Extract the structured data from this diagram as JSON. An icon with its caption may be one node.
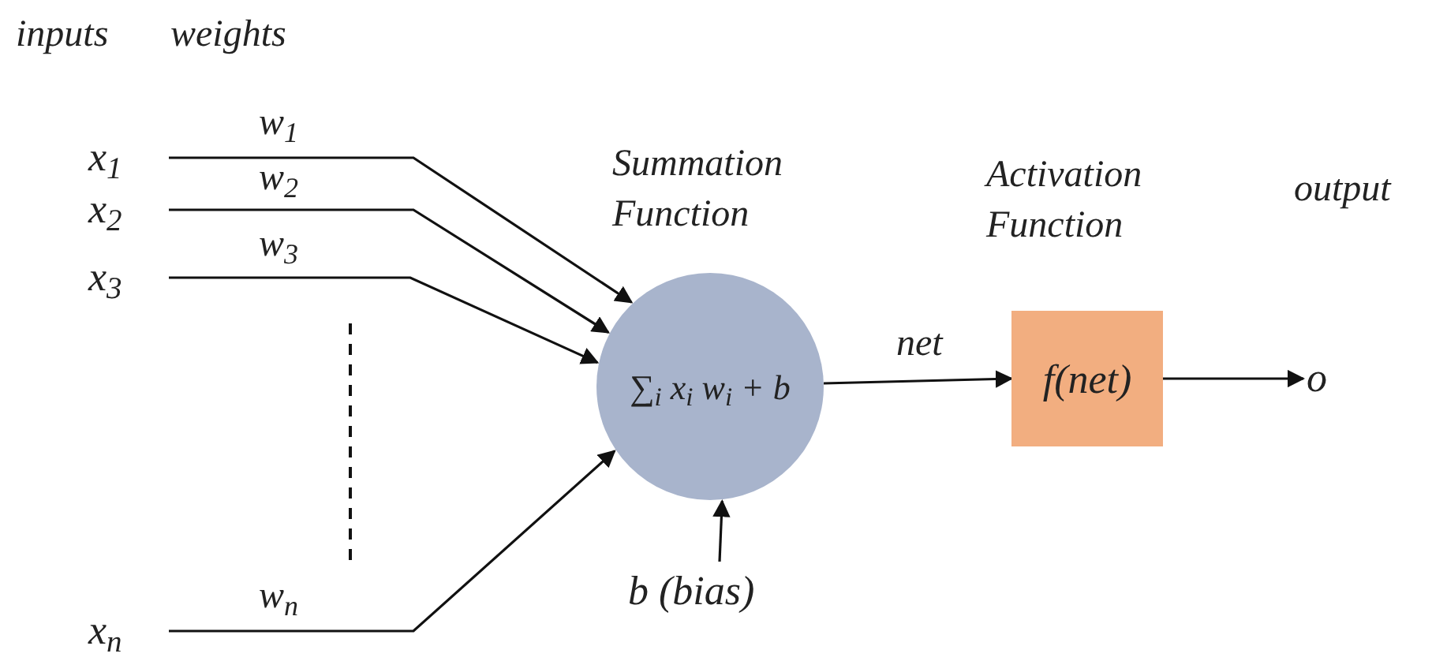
{
  "diagram": {
    "nodes": [
      {
        "text": [
          "x$_{1}$"
        ]
      },
      {
        "text": [
          "x$_{2}$"
        ]
      },
      {
        "text": [
          "x$_{3}$"
        ]
      },
      {
        "text": [
          "x$_{n}$"
        ]
      },
      {
        "text": [
          "Summation Function",
          "∑$_{i}$ x$_{i}$ w$_{i}$ + b"
        ]
      },
      {
        "text": [
          "Activation Function",
          "f(net)"
        ]
      },
      {
        "text": [
          "b (bias)"
        ]
      },
      {
        "text": [
          "o"
        ]
      }
    ],
    "edges": [
      {
        "from": 0,
        "to": 4,
        "arrow": "to",
        "label": "w$_{1}$"
      },
      {
        "from": 1,
        "to": 4,
        "arrow": "to",
        "label": "w$_{2}$"
      },
      {
        "from": 2,
        "to": 4,
        "arrow": "to",
        "label": "w$_{3}$"
      },
      {
        "from": 3,
        "to": 4,
        "arrow": "to",
        "label": "w$_{n}$"
      },
      {
        "from": 6,
        "to": 4,
        "arrow": "to"
      },
      {
        "from": 4,
        "to": 5,
        "arrow": "to",
        "label": "net"
      },
      {
        "from": 5,
        "to": 7,
        "arrow": "to"
      }
    ],
    "labels": [
      "inputs",
      "weights",
      "output"
    ]
  }
}
